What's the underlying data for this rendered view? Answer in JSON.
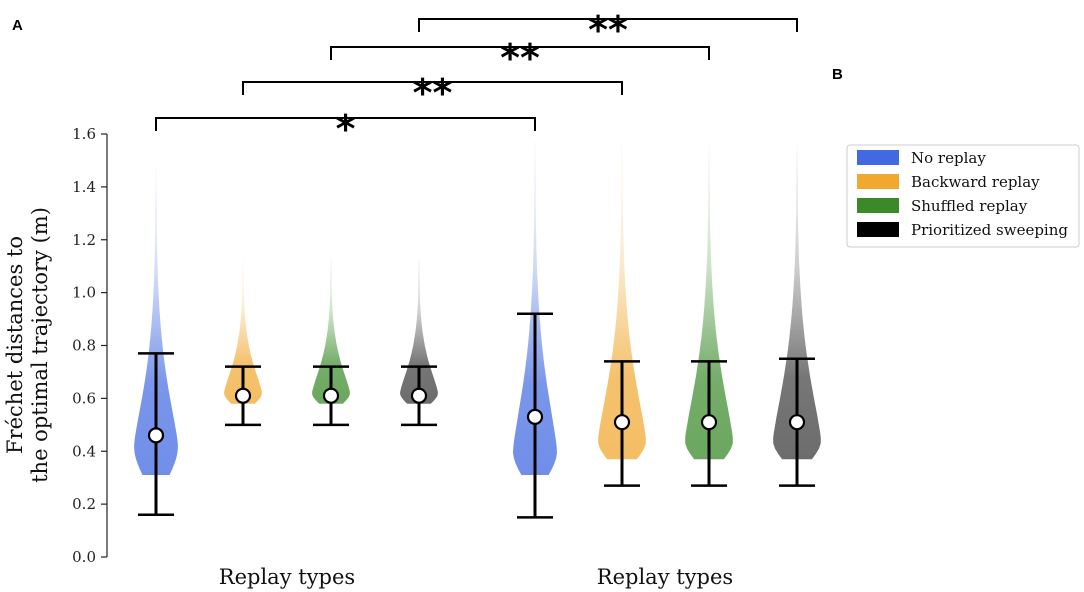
{
  "chart_data": {
    "type": "violin",
    "panel_labels": [
      "A",
      "B"
    ],
    "ylabel_line1": "Fréchet distances to",
    "ylabel_line2": "the optimal trajectory (m)",
    "ylim": [
      0.0,
      1.6
    ],
    "yticks": [
      "0.0",
      "0.2",
      "0.4",
      "0.6",
      "0.8",
      "1.0",
      "1.2",
      "1.4",
      "1.6"
    ],
    "xlabels": [
      "Replay types",
      "Replay types"
    ],
    "legend": {
      "position": "right",
      "entries": [
        {
          "label": "No replay",
          "color": "#4169e1"
        },
        {
          "label": "Backward replay",
          "color": "#f0a830"
        },
        {
          "label": "Shuffled replay",
          "color": "#3a8a2a"
        },
        {
          "label": "Prioritized sweeping",
          "color": "#000000"
        }
      ]
    },
    "series": [
      {
        "panel": "A",
        "color": "#4169e1",
        "mean": 0.46,
        "lower": 0.16,
        "upper": 0.77,
        "min": 0.31,
        "max": 1.47,
        "mode": 0.42
      },
      {
        "panel": "A",
        "color": "#f0a830",
        "mean": 0.61,
        "lower": 0.5,
        "upper": 0.72,
        "min": 0.58,
        "max": 1.13,
        "mode": 0.62
      },
      {
        "panel": "A",
        "color": "#3a8a2a",
        "mean": 0.61,
        "lower": 0.5,
        "upper": 0.72,
        "min": 0.58,
        "max": 1.13,
        "mode": 0.62
      },
      {
        "panel": "A",
        "color": "#3c3c3c",
        "mean": 0.61,
        "lower": 0.5,
        "upper": 0.72,
        "min": 0.58,
        "max": 1.13,
        "mode": 0.62
      },
      {
        "panel": "B",
        "color": "#4169e1",
        "mean": 0.53,
        "lower": 0.15,
        "upper": 0.92,
        "min": 0.31,
        "max": 1.57,
        "mode": 0.4
      },
      {
        "panel": "B",
        "color": "#f0a830",
        "mean": 0.51,
        "lower": 0.27,
        "upper": 0.74,
        "min": 0.37,
        "max": 1.57,
        "mode": 0.44
      },
      {
        "panel": "B",
        "color": "#3a8a2a",
        "mean": 0.51,
        "lower": 0.27,
        "upper": 0.74,
        "min": 0.37,
        "max": 1.57,
        "mode": 0.44
      },
      {
        "panel": "B",
        "color": "#3c3c3c",
        "mean": 0.51,
        "lower": 0.27,
        "upper": 0.75,
        "min": 0.37,
        "max": 1.57,
        "mode": 0.44
      }
    ],
    "significance": [
      {
        "from": 0,
        "to": 4,
        "label": "*"
      },
      {
        "from": 1,
        "to": 5,
        "label": "**"
      },
      {
        "from": 2,
        "to": 6,
        "label": "**"
      },
      {
        "from": 3,
        "to": 7,
        "label": "**"
      }
    ]
  }
}
